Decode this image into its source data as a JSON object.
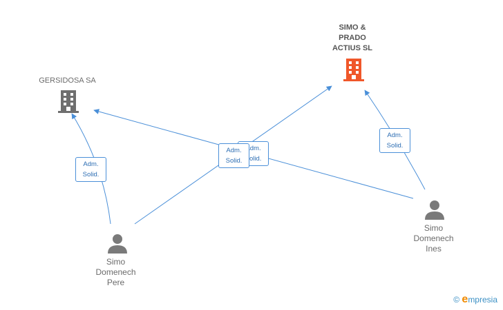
{
  "nodes": {
    "gersidosa": {
      "label": "GERSIDOSA SA"
    },
    "simo_prado": {
      "label_lines": [
        "SIMO &",
        "PRADO",
        "ACTIUS SL"
      ]
    },
    "pere": {
      "label_lines": [
        "Simo",
        "Domenech",
        "Pere"
      ]
    },
    "ines": {
      "label_lines": [
        "Simo",
        "Domenech",
        "Ines"
      ]
    }
  },
  "roles": {
    "pere_gersidosa": [
      "Adm.",
      "Solid."
    ],
    "pere_simo": [
      "Adm.",
      "Solid."
    ],
    "ines_gersidosa": [
      "Adm.",
      "Solid."
    ],
    "ines_simo": [
      "Adm.",
      "Solid."
    ]
  },
  "colors": {
    "edge": "#4a8fd8",
    "company_main": "#f0572a",
    "company": "#6f6f6f",
    "person": "#7a7a7a"
  },
  "footer": {
    "copyright": "©",
    "brand_initial": "e",
    "brand_rest": "mpresia"
  }
}
